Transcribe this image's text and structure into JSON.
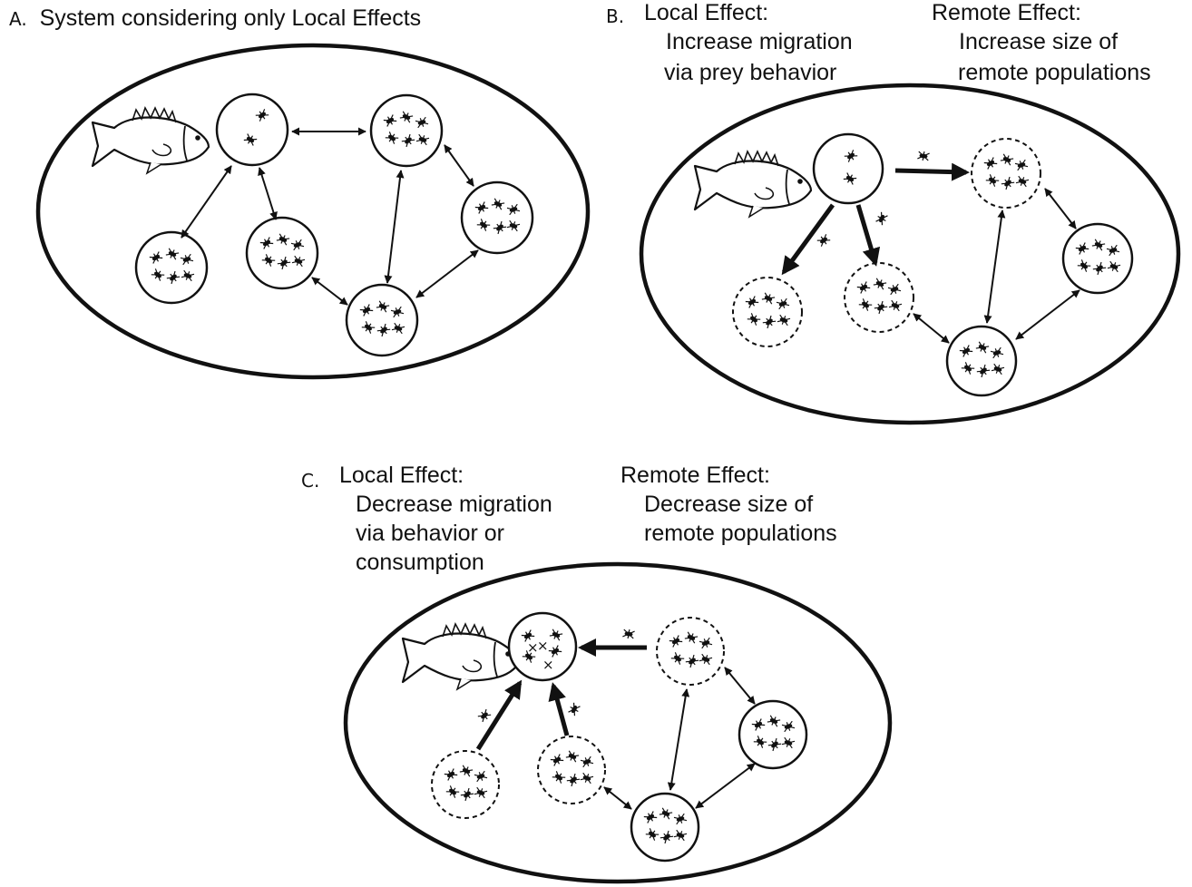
{
  "panels": {
    "a": {
      "letter": "A.",
      "title": "System considering only Local Effects"
    },
    "b": {
      "letter": "B.",
      "local_heading": "Local Effect:",
      "local_lines": [
        "Increase migration",
        "via prey behavior"
      ],
      "remote_heading": "Remote Effect:",
      "remote_lines": [
        "Increase size of",
        "remote populations"
      ]
    },
    "c": {
      "letter": "C.",
      "local_heading": "Local Effect:",
      "local_lines": [
        "Decrease migration",
        "via behavior or",
        "consumption"
      ],
      "remote_heading": "Remote Effect:",
      "remote_lines": [
        "Decrease size of",
        "remote populations"
      ]
    }
  },
  "icons": {
    "predator": "fish-icon",
    "prey": "insect-icon",
    "consumed_prey": "cross-mark-icon"
  },
  "colors": {
    "ink": "#111111",
    "background": "#ffffff"
  }
}
